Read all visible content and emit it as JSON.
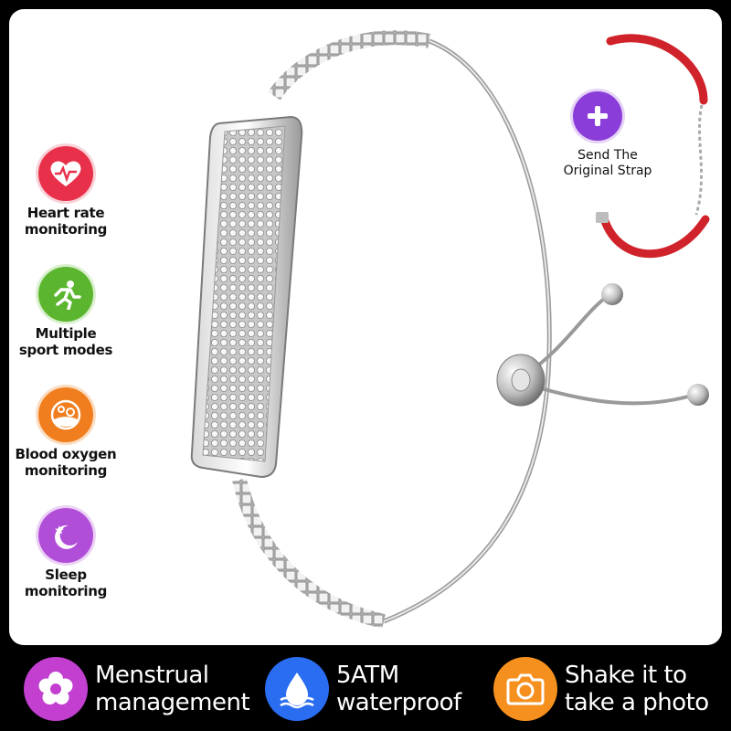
{
  "colors": {
    "heart": "#e8304a",
    "sport": "#5bb52e",
    "oxygen": "#f07e1e",
    "sleep": "#b14ed8",
    "plus": "#8a3dd8",
    "menstrual": "#c23fd0",
    "water": "#2a6df0",
    "camera": "#f5901e"
  },
  "features": [
    {
      "icon": "heart-rate-icon",
      "label": "Heart rate\nmonitoring"
    },
    {
      "icon": "running-person-icon",
      "label": "Multiple\nsport modes"
    },
    {
      "icon": "blood-oxygen-icon",
      "label": "Blood oxygen\nmonitoring"
    },
    {
      "icon": "moon-star-icon",
      "label": "Sleep\nmonitoring"
    }
  ],
  "strap": {
    "icon": "plus-icon",
    "label": "Send The\nOriginal Strap"
  },
  "bottom": [
    {
      "icon": "flower-icon",
      "label": "Menstrual\nmanagement"
    },
    {
      "icon": "water-drop-icon",
      "label": "5ATM\nwaterproof"
    },
    {
      "icon": "camera-icon",
      "label": "Shake it to\ntake a photo"
    }
  ]
}
